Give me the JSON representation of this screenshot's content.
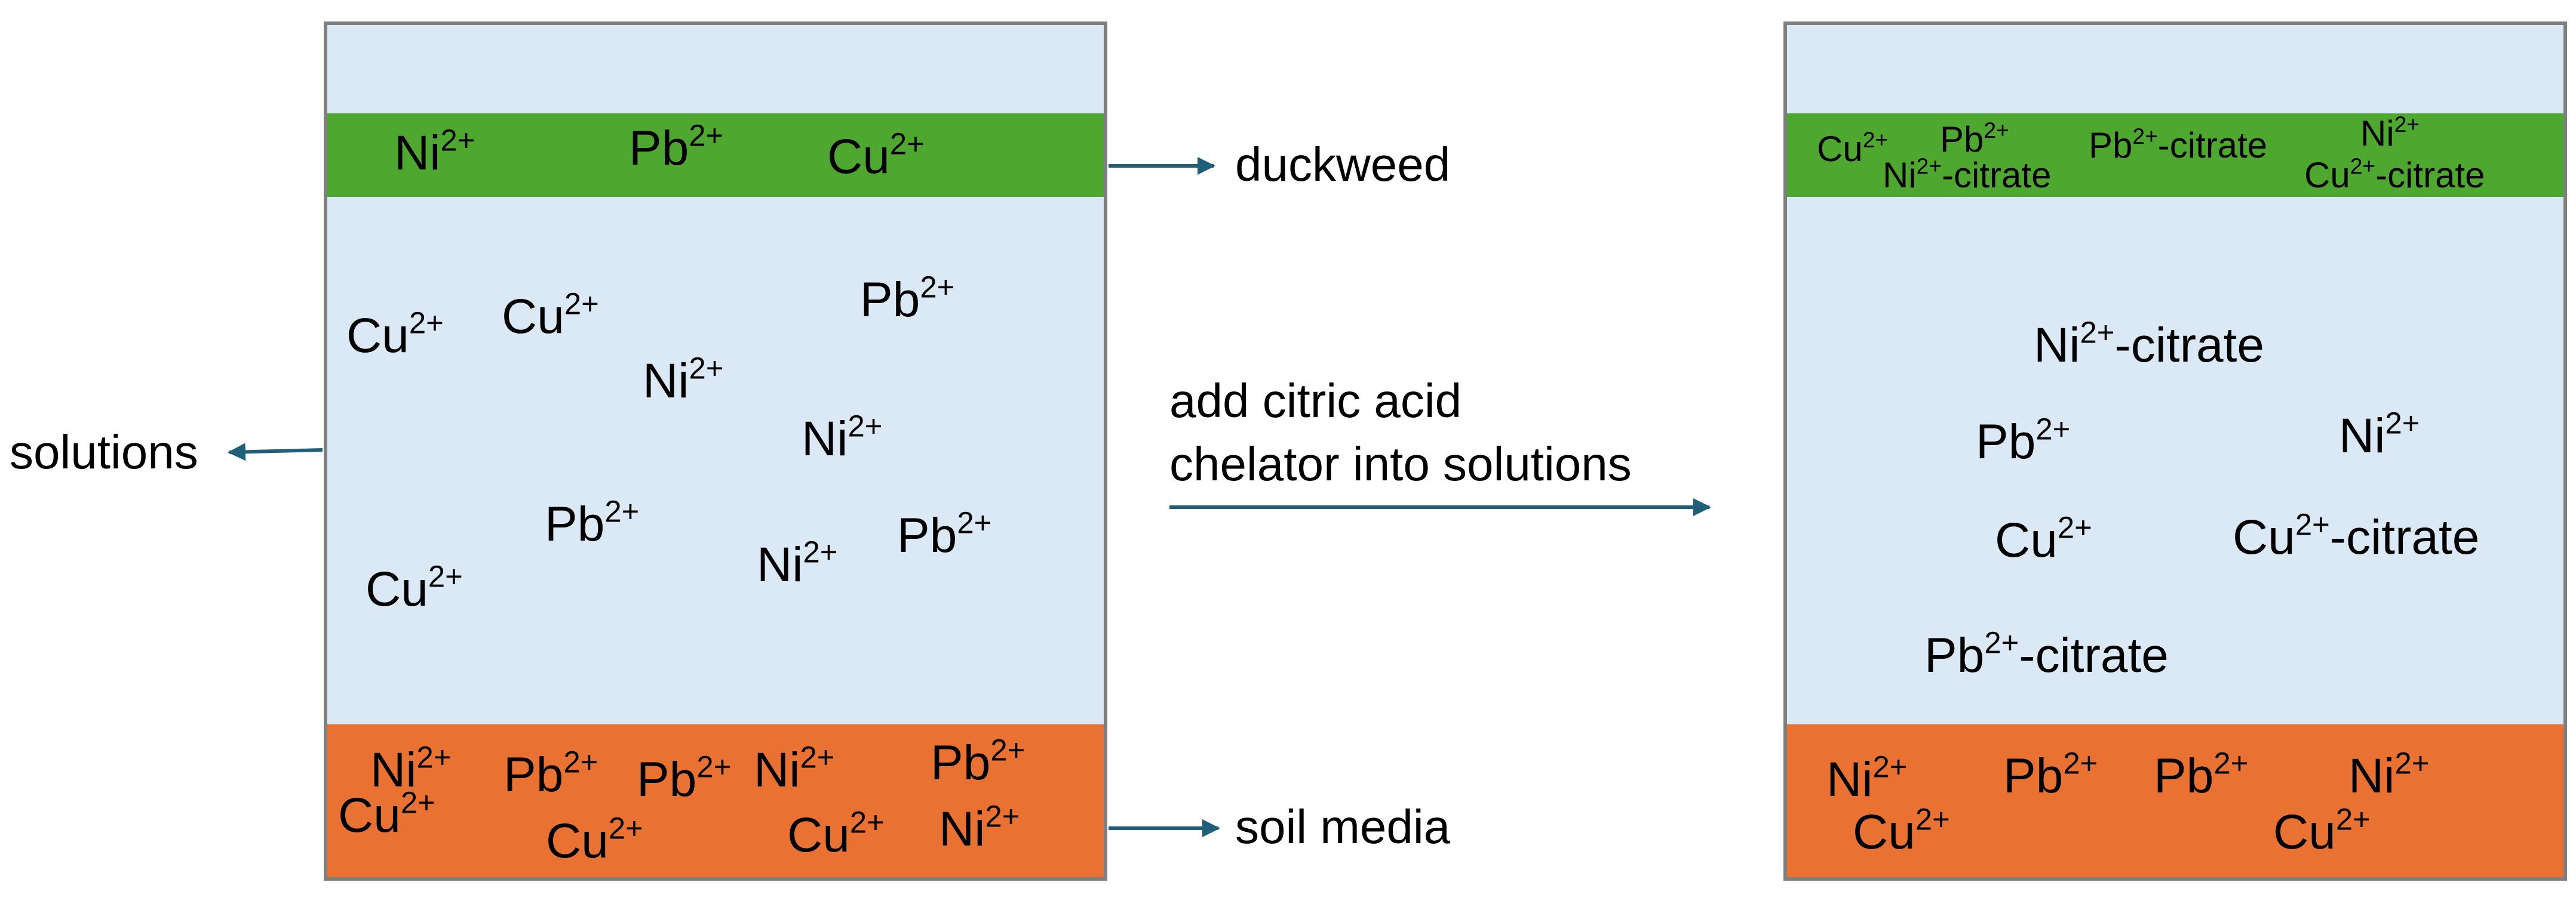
{
  "diagram": {
    "labels": {
      "duckweed": "duckweed",
      "solutions": "solutions",
      "soil_media": "soil media",
      "transition_line1": "add citric acid",
      "transition_line2": "chelator into solutions"
    },
    "left_panel": {
      "duckweed_ions": [
        {
          "base": "Ni",
          "charge": "2+",
          "suffix": ""
        },
        {
          "base": "Pb",
          "charge": "2+",
          "suffix": ""
        },
        {
          "base": "Cu",
          "charge": "2+",
          "suffix": ""
        }
      ],
      "solution_ions": [
        {
          "base": "Cu",
          "charge": "2+",
          "suffix": ""
        },
        {
          "base": "Cu",
          "charge": "2+",
          "suffix": ""
        },
        {
          "base": "Pb",
          "charge": "2+",
          "suffix": ""
        },
        {
          "base": "Ni",
          "charge": "2+",
          "suffix": ""
        },
        {
          "base": "Ni",
          "charge": "2+",
          "suffix": ""
        },
        {
          "base": "Pb",
          "charge": "2+",
          "suffix": ""
        },
        {
          "base": "Pb",
          "charge": "2+",
          "suffix": ""
        },
        {
          "base": "Cu",
          "charge": "2+",
          "suffix": ""
        },
        {
          "base": "Ni",
          "charge": "2+",
          "suffix": ""
        }
      ],
      "soil_ions": [
        {
          "base": "Ni",
          "charge": "2+",
          "suffix": ""
        },
        {
          "base": "Pb",
          "charge": "2+",
          "suffix": ""
        },
        {
          "base": "Pb",
          "charge": "2+",
          "suffix": ""
        },
        {
          "base": "Ni",
          "charge": "2+",
          "suffix": ""
        },
        {
          "base": "Pb",
          "charge": "2+",
          "suffix": ""
        },
        {
          "base": "Cu",
          "charge": "2+",
          "suffix": ""
        },
        {
          "base": "Cu",
          "charge": "2+",
          "suffix": ""
        },
        {
          "base": "Cu",
          "charge": "2+",
          "suffix": ""
        },
        {
          "base": "Ni",
          "charge": "2+",
          "suffix": ""
        }
      ]
    },
    "right_panel": {
      "duckweed_ions": [
        {
          "base": "Cu",
          "charge": "2+",
          "suffix": ""
        },
        {
          "base": "Pb",
          "charge": "2+",
          "suffix": ""
        },
        {
          "base": "Ni",
          "charge": "2+",
          "suffix": "-citrate"
        },
        {
          "base": "Pb",
          "charge": "2+",
          "suffix": "-citrate"
        },
        {
          "base": "Ni",
          "charge": "2+",
          "suffix": ""
        },
        {
          "base": "Cu",
          "charge": "2+",
          "suffix": "-citrate"
        }
      ],
      "solution_ions": [
        {
          "base": "Ni",
          "charge": "2+",
          "suffix": "-citrate"
        },
        {
          "base": "Pb",
          "charge": "2+",
          "suffix": ""
        },
        {
          "base": "Ni",
          "charge": "2+",
          "suffix": ""
        },
        {
          "base": "Cu",
          "charge": "2+",
          "suffix": ""
        },
        {
          "base": "Cu",
          "charge": "2+",
          "suffix": "-citrate"
        },
        {
          "base": "Pb",
          "charge": "2+",
          "suffix": "-citrate"
        }
      ],
      "soil_ions": [
        {
          "base": "Ni",
          "charge": "2+",
          "suffix": ""
        },
        {
          "base": "Pb",
          "charge": "2+",
          "suffix": ""
        },
        {
          "base": "Pb",
          "charge": "2+",
          "suffix": ""
        },
        {
          "base": "Ni",
          "charge": "2+",
          "suffix": ""
        },
        {
          "base": "Cu",
          "charge": "2+",
          "suffix": ""
        },
        {
          "base": "Cu",
          "charge": "2+",
          "suffix": ""
        }
      ]
    },
    "colors": {
      "solution": "#dbe8f5",
      "duckweed": "#4ea72e",
      "soil": "#e97132",
      "border": "#7f7f7f",
      "arrow": "#1f5f7a"
    }
  }
}
